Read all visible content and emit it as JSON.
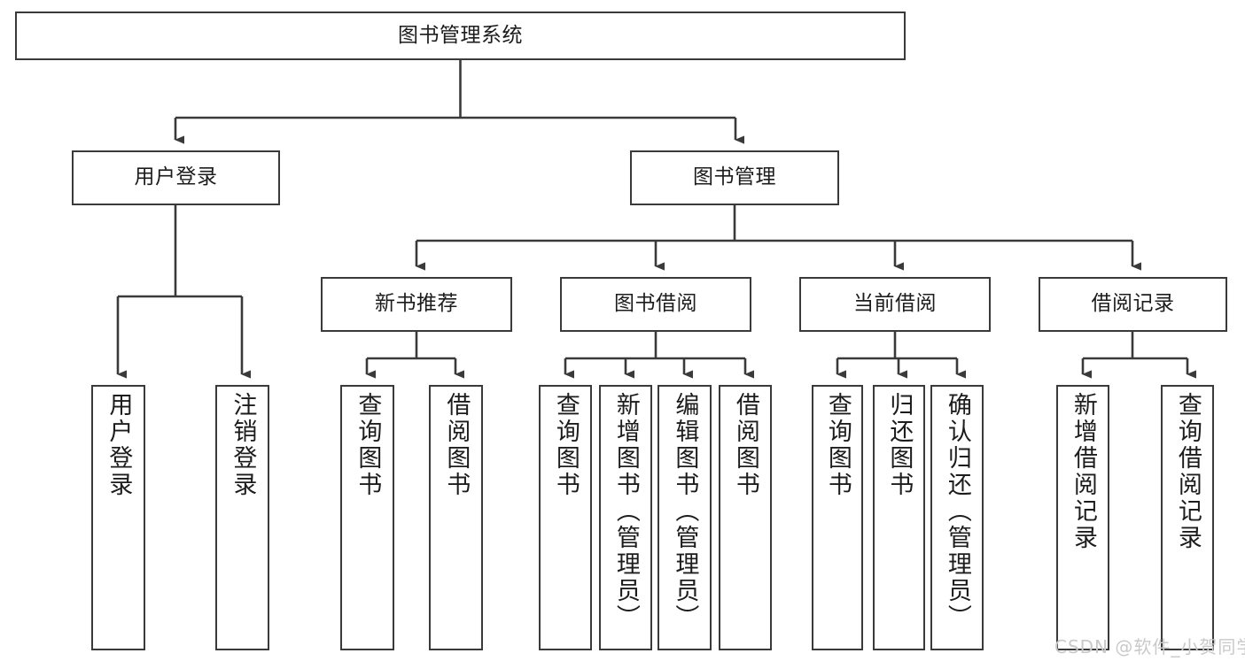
{
  "diagram": {
    "title": "图书管理系统",
    "type": "tree-hierarchy",
    "root": {
      "label": "图书管理系统"
    },
    "level2": [
      {
        "label": "用户登录"
      },
      {
        "label": "图书管理"
      }
    ],
    "level3": [
      {
        "label": "新书推荐",
        "parent": "图书管理"
      },
      {
        "label": "图书借阅",
        "parent": "图书管理"
      },
      {
        "label": "当前借阅",
        "parent": "图书管理"
      },
      {
        "label": "借阅记录",
        "parent": "图书管理"
      }
    ],
    "leaves": {
      "user_login": [
        {
          "label": "用户登录"
        },
        {
          "label": "注销登录"
        }
      ],
      "new_book_recommend": [
        {
          "label": "查询图书"
        },
        {
          "label": "借阅图书"
        }
      ],
      "book_borrow": [
        {
          "label": "查询图书"
        },
        {
          "label": "新增图书（管理员）"
        },
        {
          "label": "编辑图书（管理员）"
        },
        {
          "label": "借阅图书"
        }
      ],
      "current_borrow": [
        {
          "label": "查询图书"
        },
        {
          "label": "归还图书"
        },
        {
          "label": "确认归还（管理员）"
        }
      ],
      "borrow_record": [
        {
          "label": "新增借阅记录"
        },
        {
          "label": "查询借阅记录"
        }
      ]
    }
  },
  "watermark": {
    "text": "CSDN @软件_小贺同学"
  },
  "colors": {
    "stroke": "#3a3a3a",
    "text": "#1c1c1c",
    "background": "#ffffff",
    "watermark": "#c9c9c9"
  }
}
